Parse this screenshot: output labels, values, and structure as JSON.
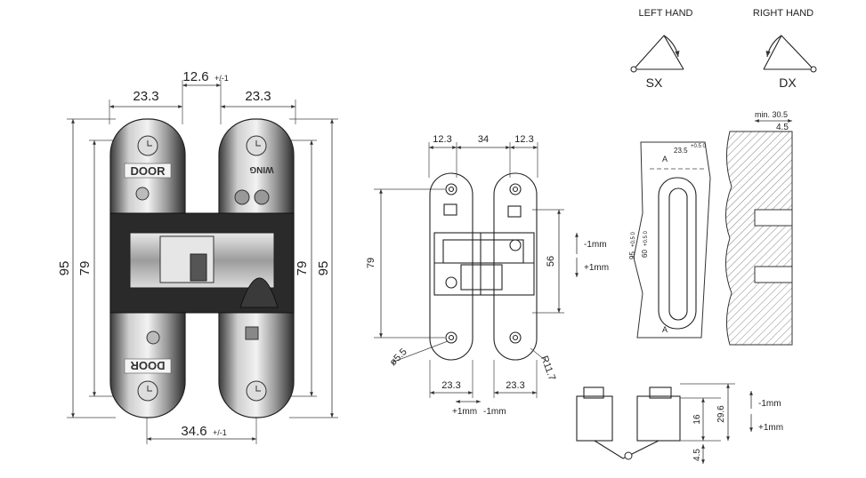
{
  "photo": {
    "dim_top_left": "23.3",
    "dim_top_center": "12.6",
    "dim_top_center_tol": "+/-1",
    "dim_top_right": "23.3",
    "dim_left_outer": "95",
    "dim_left_inner": "79",
    "dim_right_inner": "79",
    "dim_right_outer": "95",
    "dim_bottom": "34.6",
    "dim_bottom_tol": "+/-1",
    "door_label": "DOOR",
    "door_label_bottom": "DOOR",
    "wing_label": "WING"
  },
  "front_drawing": {
    "dim_top_left": "12.3",
    "dim_top_center": "34",
    "dim_top_right": "12.3",
    "dim_height_79": "79",
    "dim_height_56": "56",
    "adj_minus": "-1mm",
    "adj_plus": "+1mm",
    "hole_dia": "ø5.5",
    "radius": "R11.7",
    "dim_bottom_left": "23.3",
    "dim_bottom_right": "23.3",
    "lateral_plus": "+1mm",
    "lateral_minus": "-1mm"
  },
  "hand": {
    "left_title": "LEFT HAND",
    "left_code": "SX",
    "right_title": "RIGHT HAND",
    "right_code": "DX"
  },
  "section_drawing": {
    "min_label": "min. 30.5",
    "dim_45_top": "4.5",
    "dim_235": "23.5",
    "dim_235_tol": "+0.5 0",
    "dim_95": "95",
    "dim_95_tol": "+0.5 0",
    "dim_60": "60",
    "dim_60_tol": "+0.5 0",
    "section_a_top": "A",
    "section_a_bottom": "A"
  },
  "side_drawing": {
    "dim_16": "16",
    "dim_296": "29.6",
    "dim_45": "4.5",
    "adj_minus": "-1mm",
    "adj_plus": "+1mm"
  }
}
